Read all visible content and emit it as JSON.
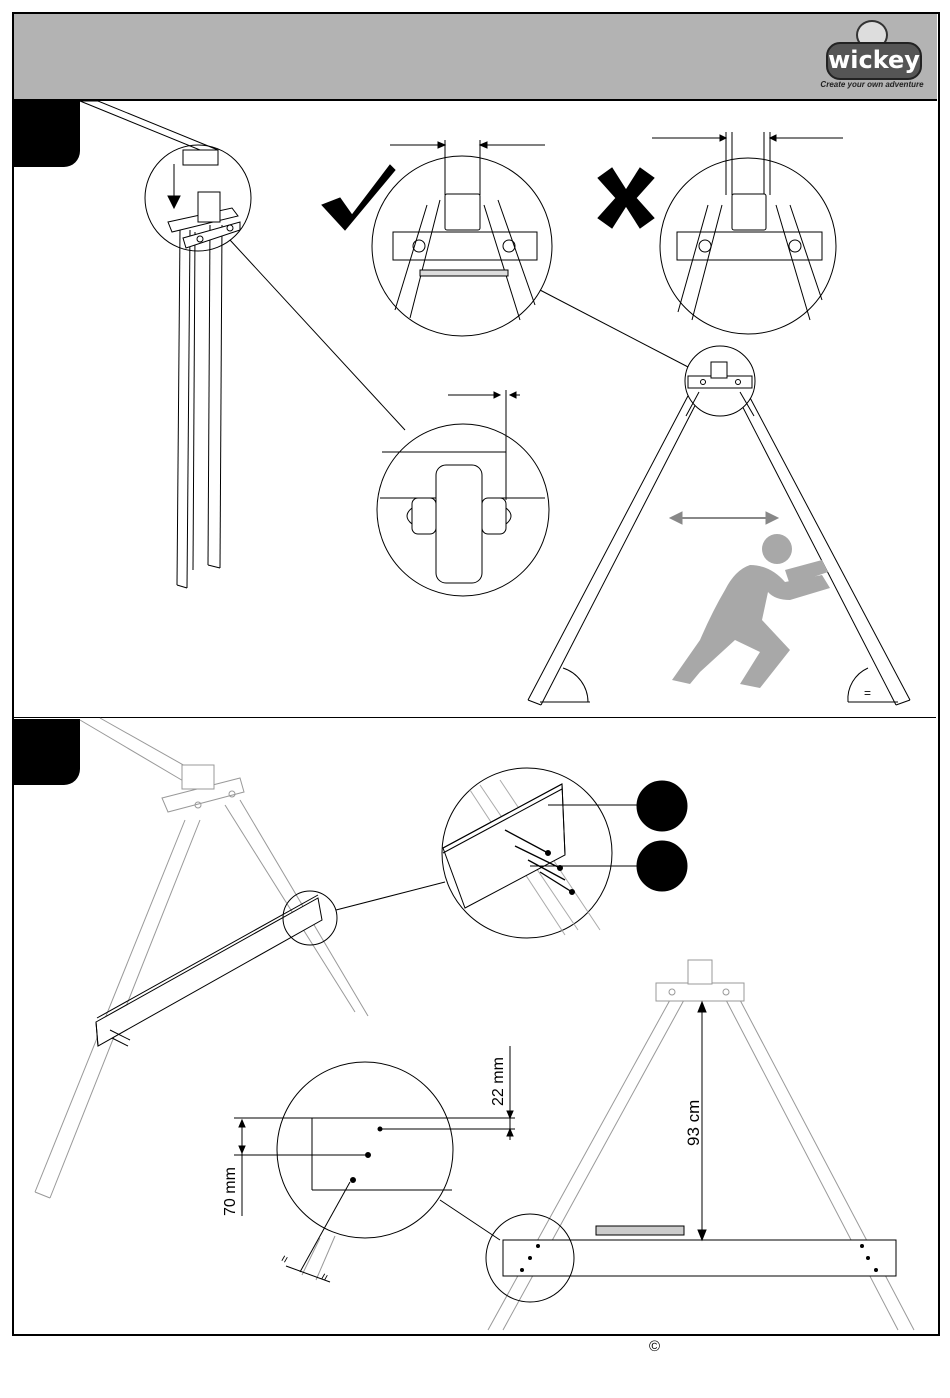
{
  "header": {
    "brand": "wickey",
    "tagline": "Create your own adventure"
  },
  "dimensions": {
    "hole_top_offset": "22 mm",
    "hole_spacing": "70 mm",
    "beam_height": "93 cm",
    "equal_sign": "="
  },
  "footer": {
    "copyright": "©"
  },
  "colors": {
    "header_bg": "#b3b3b3",
    "figure_gray": "#a8a8a8"
  },
  "icons": [
    "check-mark-icon",
    "cross-mark-icon",
    "double-arrow-icon",
    "pushing-person-icon",
    "spirit-level-icon"
  ]
}
